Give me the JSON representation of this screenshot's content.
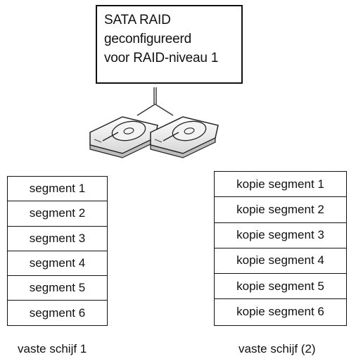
{
  "header": {
    "lines": [
      "SATA RAID",
      "geconfigureerd",
      "voor RAID-niveau 1"
    ]
  },
  "disk1": {
    "segments": [
      "segment 1",
      "segment 2",
      "segment 3",
      "segment 4",
      "segment 5",
      "segment 6"
    ],
    "caption": "vaste schijf 1"
  },
  "disk2": {
    "segments": [
      "kopie segment 1",
      "kopie segment 2",
      "kopie segment 3",
      "kopie segment 4",
      "kopie segment 5",
      "kopie segment 6"
    ],
    "caption": "vaste schijf (2)"
  },
  "icons": [
    "hard-drive-icon",
    "hard-drive-icon"
  ]
}
